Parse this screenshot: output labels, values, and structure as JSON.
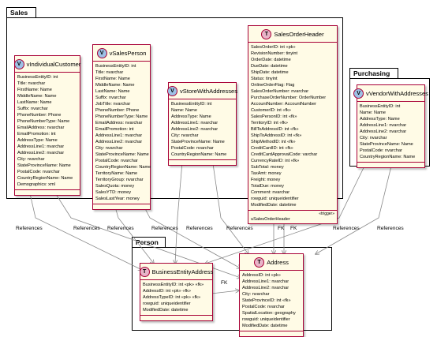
{
  "packages": {
    "sales": "Sales",
    "purchasing": "Purchasing",
    "person": "Person"
  },
  "entities": {
    "individual_customer": {
      "name": "vIndividualCustomer",
      "icon": "view-icon",
      "attrs": [
        "BusinessEntityID: int",
        "Title: nvarchar",
        "FirstName: Name",
        "MiddleName: Name",
        "LastName: Name",
        "Suffix: nvarchar",
        "PhoneNumber: Phone",
        "PhoneNumberType: Name",
        "EmailAddress: nvarchar",
        "EmailPromotion: int",
        "AddressType: Name",
        "AddressLine1: nvarchar",
        "AddressLine2: nvarchar",
        "City: nvarchar",
        "StateProvinceName: Name",
        "PostalCode: nvarchar",
        "CountryRegionName: Name",
        "Demographics: xml"
      ]
    },
    "sales_person": {
      "name": "vSalesPerson",
      "icon": "view-icon",
      "attrs": [
        "BusinessEntityID: int",
        "Title: nvarchar",
        "FirstName: Name",
        "MiddleName: Name",
        "LastName: Name",
        "Suffix: nvarchar",
        "JobTitle: nvarchar",
        "PhoneNumber: Phone",
        "PhoneNumberType: Name",
        "EmailAddress: nvarchar",
        "EmailPromotion: int",
        "AddressLine1: nvarchar",
        "AddressLine2: nvarchar",
        "City: nvarchar",
        "StateProvinceName: Name",
        "PostalCode: nvarchar",
        "CountryRegionName: Name",
        "TerritoryName: Name",
        "TerritoryGroup: nvarchar",
        "SalesQuota: money",
        "SalesYTD: money",
        "SalesLastYear: money"
      ]
    },
    "store_with_addresses": {
      "name": "vStoreWithAddresses",
      "icon": "view-icon",
      "attrs": [
        "BusinessEntityID: int",
        "Name: Name",
        "AddressType: Name",
        "AddressLine1: nvarchar",
        "AddressLine2: nvarchar",
        "City: nvarchar",
        "StateProvinceName: Name",
        "PostalCode: nvarchar",
        "CountryRegionName: Name"
      ]
    },
    "sales_order_header": {
      "name": "SalesOrderHeader",
      "icon": "table-icon",
      "attrs": [
        "SalesOrderID: int «pk»",
        "RevisionNumber: tinyint",
        "OrderDate: datetime",
        "DueDate: datetime",
        "ShipDate: datetime",
        "Status: tinyint",
        "OnlineOrderFlag: Flag",
        "SalesOrderNumber: nvarchar",
        "PurchaseOrderNumber: OrderNumber",
        "AccountNumber: AccountNumber",
        "CustomerID: int «fk»",
        "SalesPersonID: int «fk»",
        "TerritoryID: int «fk»",
        "BillToAddressID: int «fk»",
        "ShipToAddressID: int «fk»",
        "ShipMethodID: int «fk»",
        "CreditCardID: int «fk»",
        "CreditCardApprovalCode: varchar",
        "CurrencyRateID: int «fk»",
        "SubTotal: money",
        "TaxAmt: money",
        "Freight: money",
        "TotalDue: money",
        "Comment: nvarchar",
        "rowguid: uniqueidentifier",
        "ModifiedDate: datetime"
      ],
      "stereotype": "«trigger»",
      "trigger": "uSalesOrderHeader"
    },
    "vendor_with_addresses": {
      "name": "vVendorWithAddresses",
      "icon": "view-icon",
      "attrs": [
        "BusinessEntityID: int",
        "Name: Name",
        "AddressType: Name",
        "AddressLine1: nvarchar",
        "AddressLine2: nvarchar",
        "City: nvarchar",
        "StateProvinceName: Name",
        "PostalCode: nvarchar",
        "CountryRegionName: Name"
      ]
    },
    "business_entity_address": {
      "name": "BusinessEntityAddress",
      "icon": "table-icon",
      "attrs": [
        "BusinessEntityID: int «pk» «fk»",
        "AddressID: int «pk» «fk»",
        "AddressTypeID: int «pk» «fk»",
        "rowguid: uniqueidentifier",
        "ModifiedDate: datetime"
      ]
    },
    "address": {
      "name": "Address",
      "icon": "table-icon",
      "attrs": [
        "AddressID: int «pk»",
        "AddressLine1: nvarchar",
        "AddressLine2: nvarchar",
        "City: nvarchar",
        "StateProvinceID: int «fk»",
        "PostalCode: nvarchar",
        "SpatialLocation: geography",
        "rowguid: uniqueidentifier",
        "ModifiedDate: datetime"
      ]
    }
  },
  "edge_labels": {
    "references": "References",
    "fk": "FK"
  },
  "icon_letters": {
    "table": "T",
    "view": "V"
  },
  "colors": {
    "entity_fill": "#fffbe6",
    "entity_border": "#a80036",
    "table_icon": "#e8b4c8",
    "view_icon": "#9ec1e6",
    "edge": "#888888"
  }
}
